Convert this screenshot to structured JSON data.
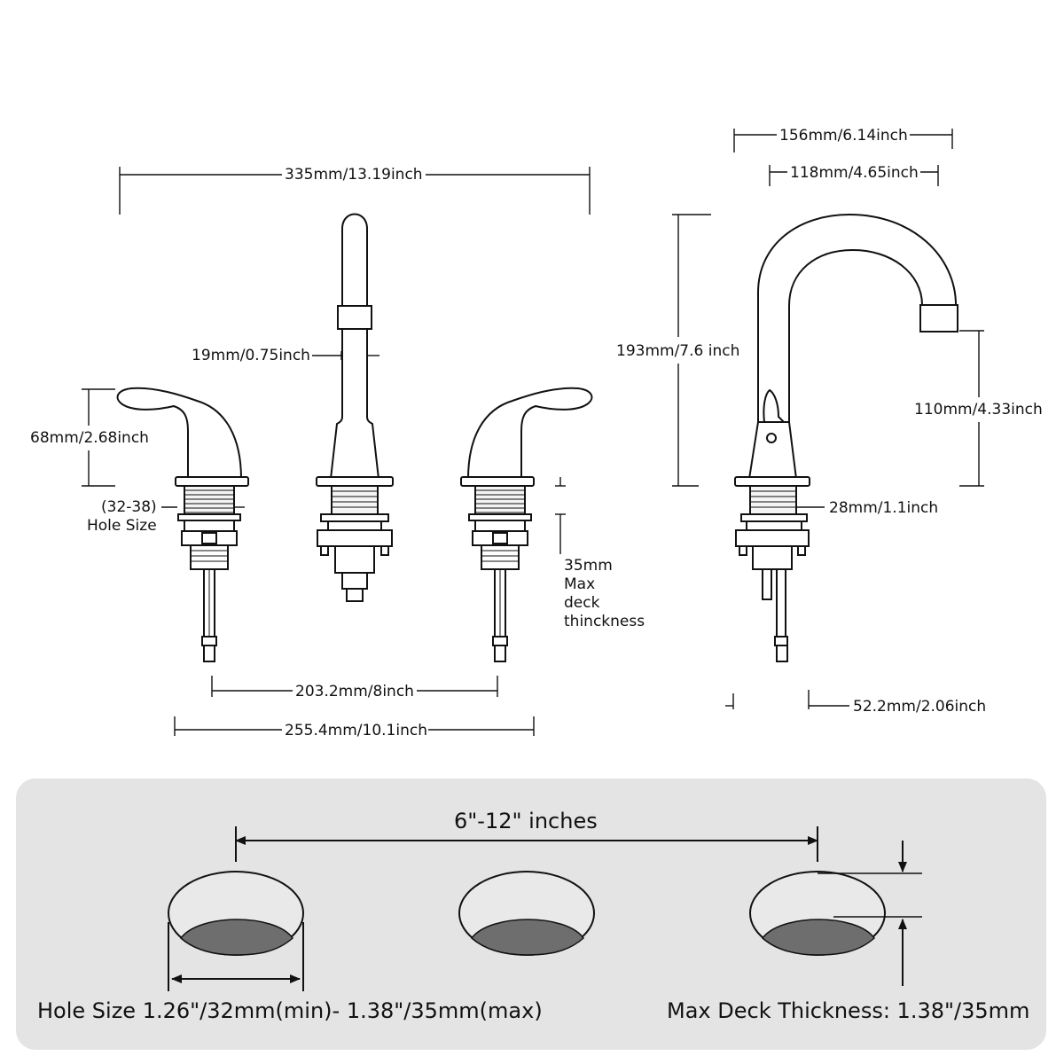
{
  "front_view": {
    "overall_width": "335mm/13.19inch",
    "spout_diameter": "19mm/0.75inch",
    "handle_height": "68mm/2.68inch",
    "hole_size_range": "(32-38)",
    "hole_size_caption": "Hole Size",
    "deck_thickness_line1": "35mm",
    "deck_thickness_line2": "Max",
    "deck_thickness_line3": "deck",
    "deck_thickness_line4": "thinckness",
    "center_spacing": "203.2mm/8inch",
    "base_span": "255.4mm/10.1inch"
  },
  "side_view": {
    "spout_outer_reach": "156mm/6.14inch",
    "spout_inner_reach": "118mm/4.65inch",
    "total_height": "193mm/7.6 inch",
    "spout_clearance": "110mm/4.33inch",
    "base_diameter": "28mm/1.1inch",
    "bottom_width": "52.2mm/2.06inch"
  },
  "install_panel": {
    "spacing_label": "6\"-12\" inches",
    "hole_size_label": "Hole Size 1.26\"/32mm(min)- 1.38\"/35mm(max)",
    "deck_label": "Max Deck Thickness: 1.38\"/35mm"
  },
  "colors": {
    "line": "#111111",
    "panel_bg": "#e4e4e4",
    "hole_top": "#e9e9e9",
    "hole_shadow": "#6e6e6e"
  }
}
